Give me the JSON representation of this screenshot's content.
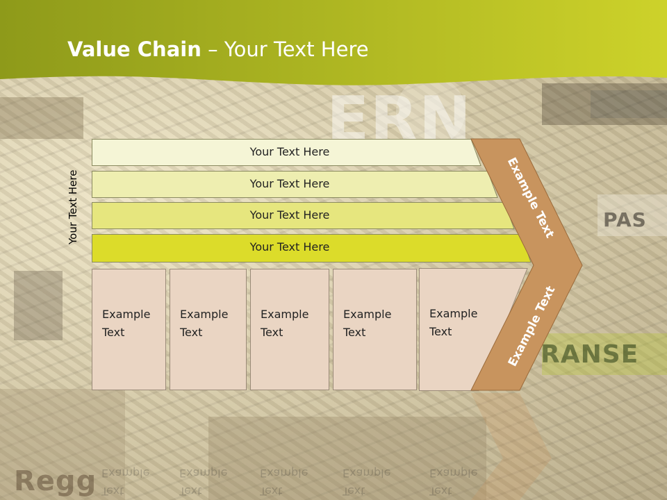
{
  "slide": {
    "title_bold": "Value Chain",
    "title_rest": " – Your Text Here",
    "vertical_label": "Your Text Here"
  },
  "bars": [
    {
      "label": "Your Text Here",
      "color": "#f5f5d6"
    },
    {
      "label": "Your Text Here",
      "color": "#eeeeb0"
    },
    {
      "label": "Your Text Here",
      "color": "#e6e67e"
    },
    {
      "label": "Your Text Here",
      "color": "#dcdc2a"
    }
  ],
  "boxes": [
    {
      "line1": "Example",
      "line2": "Text"
    },
    {
      "line1": "Example",
      "line2": "Text"
    },
    {
      "line1": "Example",
      "line2": "Text"
    },
    {
      "line1": "Example",
      "line2": "Text"
    },
    {
      "line1": "Example",
      "line2": "Text"
    }
  ],
  "chevron": {
    "upper_text": "Example Text",
    "lower_text": "Example Text",
    "color": "#c8945e"
  },
  "colors": {
    "header_top": "#8e9a1a",
    "header_bottom": "#cdd22a",
    "box_fill": "#ead5c3"
  }
}
